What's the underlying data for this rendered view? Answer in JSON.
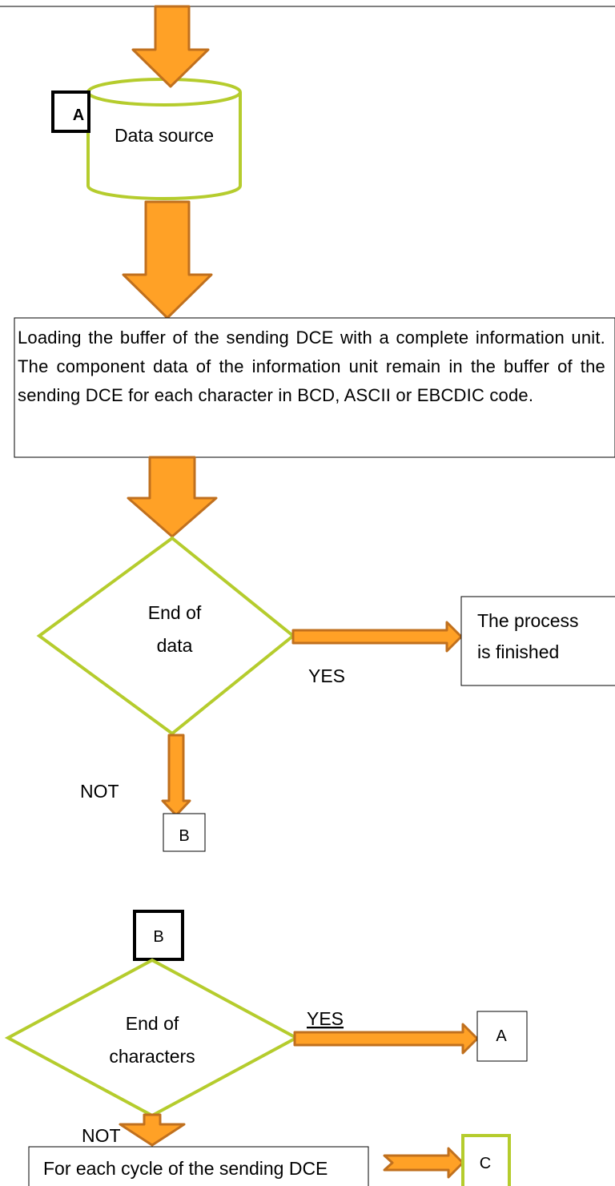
{
  "colors": {
    "arrow_fill": "#ffa126",
    "arrow_stroke": "#c0701e",
    "shape_outline": "#b5cc2d",
    "box_outline": "#000000"
  },
  "connector_a_top": "A",
  "data_source": "Data source",
  "load_buffer_text": "Loading the buffer of the sending DCE with a complete information unit. The component data of the information unit remain in the buffer of the sending DCE for each character in BCD, ASCII or EBCDIC code.",
  "decision_end_of_data": {
    "line1": "End of",
    "line2": "data"
  },
  "process_finished": {
    "line1": "The process",
    "line2": "is finished"
  },
  "yes_1": "YES",
  "not_1": "NOT",
  "connector_b_out": "B",
  "connector_b_in": "B",
  "decision_end_of_characters": {
    "line1": "End of",
    "line2": "characters"
  },
  "yes_2": "YES",
  "connector_a_out": "A",
  "not_2": "NOT",
  "each_cycle_text": "For each cycle of the sending DCE",
  "connector_c": "C"
}
